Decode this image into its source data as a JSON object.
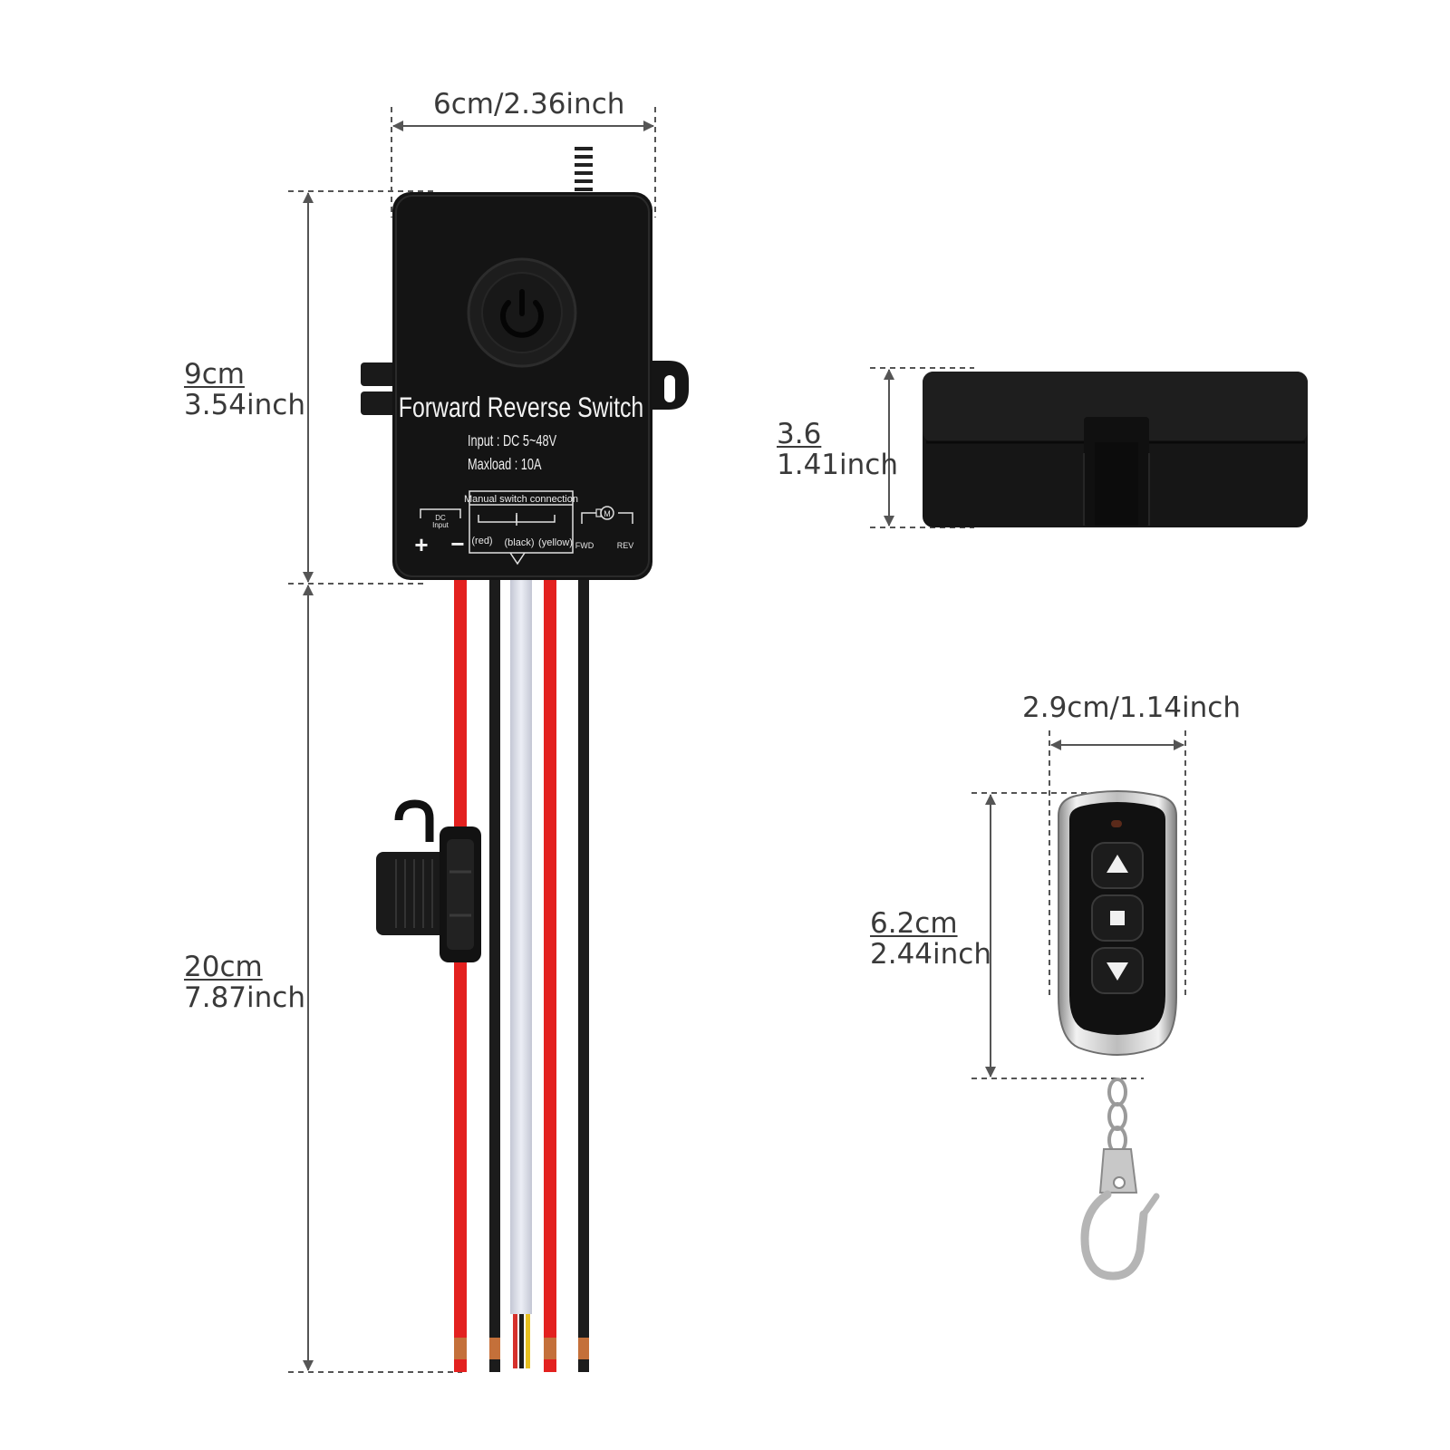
{
  "dimensions": {
    "module_width": "6cm/2.36inch",
    "module_height_cm": "9cm",
    "module_height_in": "3.54inch",
    "wire_length_cm": "20cm",
    "wire_length_in": "7.87inch",
    "receiver_height_cm": "3.6",
    "receiver_height_in": "1.41inch",
    "remote_width": "2.9cm/1.14inch",
    "remote_height_cm": "6.2cm",
    "remote_height_in": "2.44inch"
  },
  "module": {
    "title": "Forward Reverse Switch",
    "input": "Input : DC 5~48V",
    "maxload": "Maxload : 10A",
    "manual_switch": "Manual switch connection",
    "dc_input_top": "DC",
    "dc_input_bottom": "Input",
    "plus": "+",
    "minus": "−",
    "red": "(red)",
    "black": "(black)",
    "yellow": "(yellow)",
    "motor": "M",
    "fwd": "FWD",
    "rev": "REV"
  },
  "colors": {
    "wire_red": "#e3211f",
    "wire_black": "#1c1c1c",
    "wire_white": "#d9dbe6",
    "case_black": "#141414",
    "dim_line": "#555555"
  }
}
